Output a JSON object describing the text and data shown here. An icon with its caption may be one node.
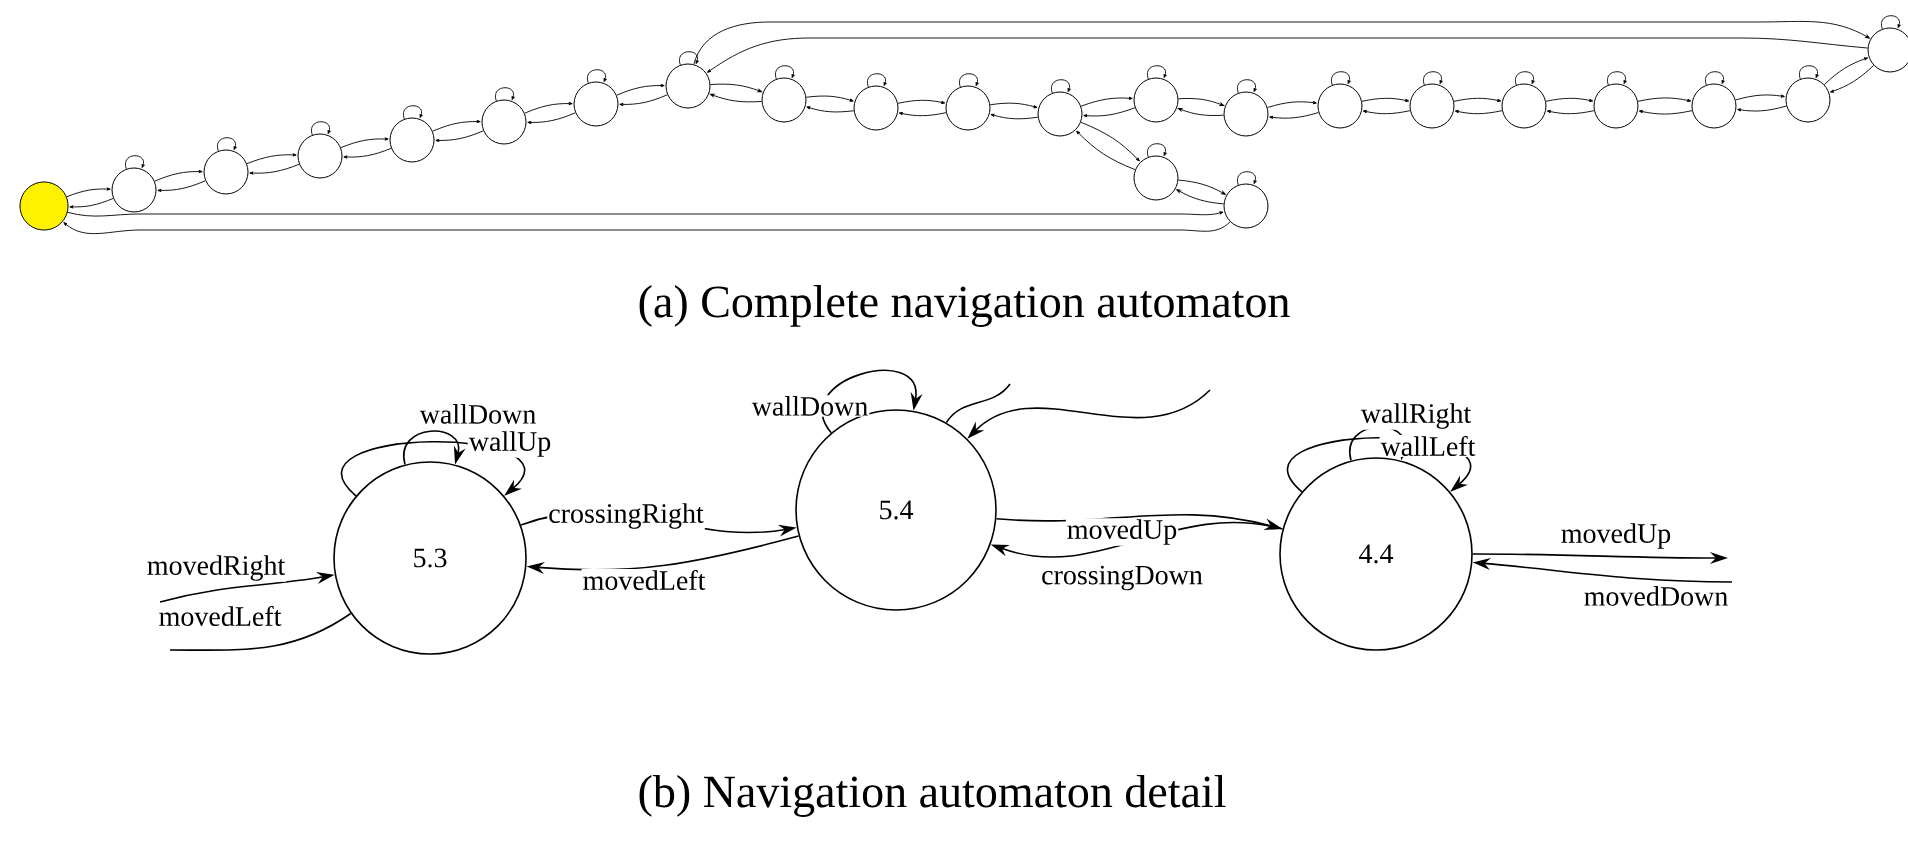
{
  "diagram": {
    "nodes": [
      {
        "text": [],
        "shape": "circle"
      },
      {
        "text": [],
        "shape": "circle"
      },
      {
        "text": [],
        "shape": "circle"
      },
      {
        "text": [],
        "shape": "circle"
      },
      {
        "text": [],
        "shape": "circle"
      },
      {
        "text": [],
        "shape": "circle"
      },
      {
        "text": [],
        "shape": "circle"
      },
      {
        "text": [],
        "shape": "circle"
      },
      {
        "text": [],
        "shape": "circle"
      },
      {
        "text": [],
        "shape": "circle"
      },
      {
        "text": [],
        "shape": "circle"
      },
      {
        "text": [],
        "shape": "circle"
      },
      {
        "text": [],
        "shape": "circle"
      },
      {
        "text": [],
        "shape": "circle"
      },
      {
        "text": [],
        "shape": "circle"
      },
      {
        "text": [],
        "shape": "circle"
      },
      {
        "text": [],
        "shape": "circle"
      },
      {
        "text": [],
        "shape": "circle"
      },
      {
        "text": [],
        "shape": "circle"
      },
      {
        "text": [],
        "shape": "circle"
      },
      {
        "text": [],
        "shape": "circle"
      },
      {
        "text": [],
        "shape": "circle"
      },
      {
        "text": [],
        "shape": "circle"
      },
      {
        "text": [
          "5.3"
        ]
      },
      {
        "text": [
          "5.4"
        ]
      },
      {
        "text": [
          "4.4"
        ]
      }
    ],
    "edges": [
      {
        "from": 0,
        "to": 1,
        "arrow": "to"
      },
      {
        "from": 1,
        "to": 0,
        "arrow": "to"
      },
      {
        "from": 1,
        "to": 2,
        "arrow": "to"
      },
      {
        "from": 2,
        "to": 1,
        "arrow": "to"
      },
      {
        "from": 2,
        "to": 3,
        "arrow": "to"
      },
      {
        "from": 3,
        "to": 2,
        "arrow": "to"
      },
      {
        "from": 3,
        "to": 4,
        "arrow": "to"
      },
      {
        "from": 4,
        "to": 3,
        "arrow": "to"
      },
      {
        "from": 4,
        "to": 5,
        "arrow": "to"
      },
      {
        "from": 5,
        "to": 4,
        "arrow": "to"
      },
      {
        "from": 5,
        "to": 6,
        "arrow": "to"
      },
      {
        "from": 6,
        "to": 5,
        "arrow": "to"
      },
      {
        "from": 6,
        "to": 7,
        "arrow": "to"
      },
      {
        "from": 7,
        "to": 6,
        "arrow": "to"
      },
      {
        "from": 7,
        "to": 8,
        "arrow": "to"
      },
      {
        "from": 8,
        "to": 7,
        "arrow": "to"
      },
      {
        "from": 8,
        "to": 9,
        "arrow": "to"
      },
      {
        "from": 9,
        "to": 8,
        "arrow": "to"
      },
      {
        "from": 9,
        "to": 10,
        "arrow": "to"
      },
      {
        "from": 10,
        "to": 9,
        "arrow": "to"
      },
      {
        "from": 10,
        "to": 11,
        "arrow": "to"
      },
      {
        "from": 11,
        "to": 10,
        "arrow": "to"
      },
      {
        "from": 11,
        "to": 12,
        "arrow": "to"
      },
      {
        "from": 12,
        "to": 11,
        "arrow": "to"
      },
      {
        "from": 12,
        "to": 13,
        "arrow": "to"
      },
      {
        "from": 13,
        "to": 12,
        "arrow": "to"
      },
      {
        "from": 13,
        "to": 14,
        "arrow": "to"
      },
      {
        "from": 14,
        "to": 13,
        "arrow": "to"
      },
      {
        "from": 14,
        "to": 15,
        "arrow": "to"
      },
      {
        "from": 15,
        "to": 14,
        "arrow": "to"
      },
      {
        "from": 15,
        "to": 16,
        "arrow": "to"
      },
      {
        "from": 16,
        "to": 15,
        "arrow": "to"
      },
      {
        "from": 16,
        "to": 17,
        "arrow": "to"
      },
      {
        "from": 17,
        "to": 16,
        "arrow": "to"
      },
      {
        "from": 17,
        "to": 18,
        "arrow": "to"
      },
      {
        "from": 18,
        "to": 17,
        "arrow": "to"
      },
      {
        "from": 18,
        "to": 19,
        "arrow": "to"
      },
      {
        "from": 19,
        "to": 18,
        "arrow": "to"
      },
      {
        "from": 19,
        "to": 20,
        "arrow": "to"
      },
      {
        "from": 20,
        "to": 19,
        "arrow": "to"
      },
      {
        "from": 11,
        "to": 21,
        "arrow": "to"
      },
      {
        "from": 21,
        "to": 11,
        "arrow": "to"
      },
      {
        "from": 21,
        "to": 22,
        "arrow": "to"
      },
      {
        "from": 22,
        "to": 21,
        "arrow": "to"
      },
      {
        "from": 7,
        "to": 20,
        "arrow": "to"
      },
      {
        "from": 20,
        "to": 7,
        "arrow": "to"
      },
      {
        "from": 0,
        "to": 22,
        "arrow": "to"
      },
      {
        "from": 22,
        "to": 0,
        "arrow": "to"
      },
      {
        "from": 1,
        "to": 1,
        "arrow": "to"
      },
      {
        "from": 2,
        "to": 2,
        "arrow": "to"
      },
      {
        "from": 3,
        "to": 3,
        "arrow": "to"
      },
      {
        "from": 4,
        "to": 4,
        "arrow": "to"
      },
      {
        "from": 5,
        "to": 5,
        "arrow": "to"
      },
      {
        "from": 6,
        "to": 6,
        "arrow": "to"
      },
      {
        "from": 7,
        "to": 7,
        "arrow": "to"
      },
      {
        "from": 8,
        "to": 8,
        "arrow": "to"
      },
      {
        "from": 9,
        "to": 9,
        "arrow": "to"
      },
      {
        "from": 10,
        "to": 10,
        "arrow": "to"
      },
      {
        "from": 11,
        "to": 11,
        "arrow": "to"
      },
      {
        "from": 12,
        "to": 12,
        "arrow": "to"
      },
      {
        "from": 13,
        "to": 13,
        "arrow": "to"
      },
      {
        "from": 14,
        "to": 14,
        "arrow": "to"
      },
      {
        "from": 15,
        "to": 15,
        "arrow": "to"
      },
      {
        "from": 16,
        "to": 16,
        "arrow": "to"
      },
      {
        "from": 17,
        "to": 17,
        "arrow": "to"
      },
      {
        "from": 18,
        "to": 18,
        "arrow": "to"
      },
      {
        "from": 19,
        "to": 19,
        "arrow": "to"
      },
      {
        "from": 20,
        "to": 20,
        "arrow": "to"
      },
      {
        "from": 21,
        "to": 21,
        "arrow": "to"
      },
      {
        "from": 22,
        "to": 22,
        "arrow": "to"
      },
      {
        "from": 23,
        "to": 23,
        "arrow": "to",
        "label": "wallDown"
      },
      {
        "from": 23,
        "to": 23,
        "arrow": "to",
        "label": "wallUp"
      },
      {
        "from": 24,
        "to": 24,
        "arrow": "to",
        "label": "wallDown"
      },
      {
        "from": 25,
        "to": 25,
        "arrow": "to",
        "label": "wallRight"
      },
      {
        "from": 25,
        "to": 25,
        "arrow": "to",
        "label": "wallLeft"
      },
      {
        "from": null,
        "to": 23,
        "arrow": "to",
        "label": "movedRight"
      },
      {
        "from": 23,
        "to": null,
        "arrow": "none",
        "label": "movedLeft"
      },
      {
        "from": 23,
        "to": 24,
        "arrow": "to",
        "label": "crossingRight"
      },
      {
        "from": 24,
        "to": 23,
        "arrow": "to",
        "label": "movedLeft"
      },
      {
        "from": 24,
        "to": null,
        "arrow": "none"
      },
      {
        "from": null,
        "to": 24,
        "arrow": "to"
      },
      {
        "from": 24,
        "to": 25,
        "arrow": "to",
        "label": "movedUp"
      },
      {
        "from": 25,
        "to": 24,
        "arrow": "to",
        "label": "crossingDown"
      },
      {
        "from": 25,
        "to": null,
        "arrow": "to",
        "label": "movedUp"
      },
      {
        "from": null,
        "to": 25,
        "arrow": "to",
        "label": "movedDown"
      }
    ],
    "labels": [
      "(a) Complete navigation automaton",
      "(b) Navigation automaton detail"
    ]
  }
}
